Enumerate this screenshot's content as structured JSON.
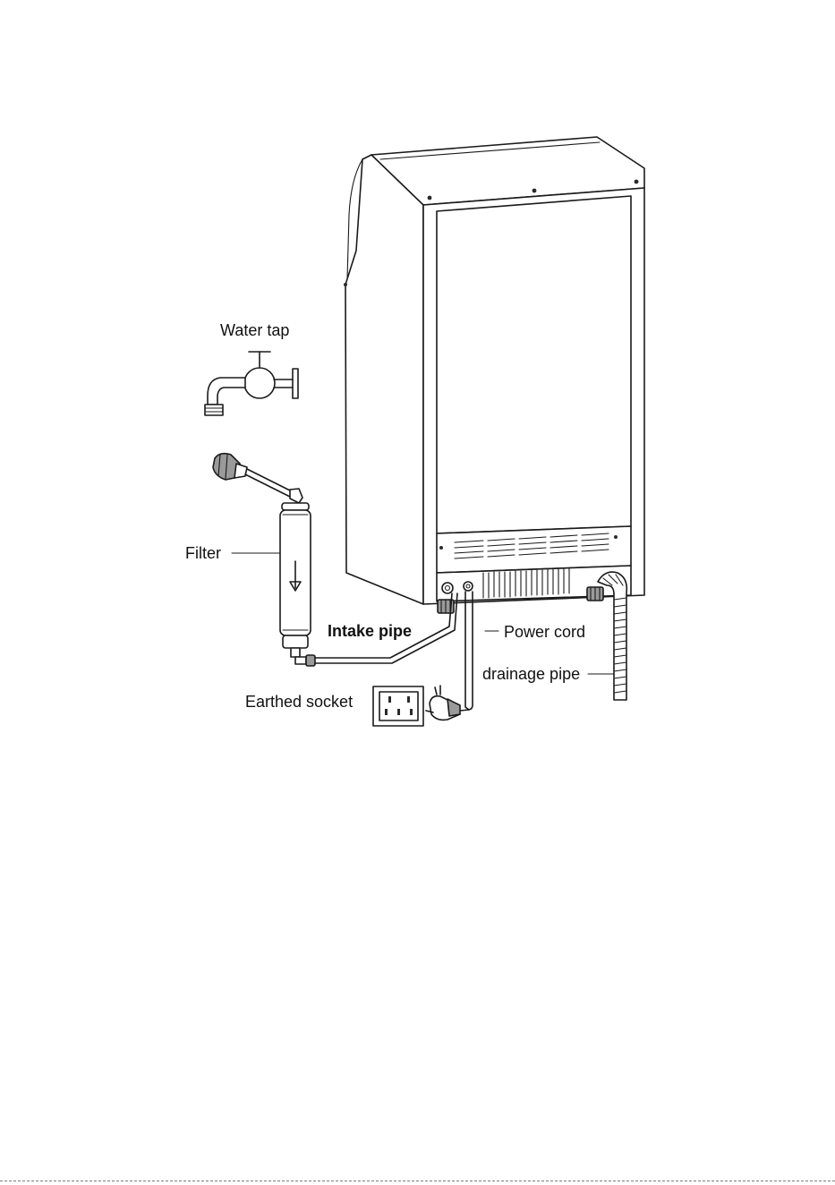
{
  "labels": {
    "water_tap": "Water tap",
    "filter": "Filter",
    "intake_pipe": "Intake pipe",
    "power_cord": "Power cord",
    "drainage_pipe": "drainage pipe",
    "earthed_socket": "Earthed socket"
  },
  "colors": {
    "line": "#1a1a1a",
    "background": "#ffffff"
  }
}
